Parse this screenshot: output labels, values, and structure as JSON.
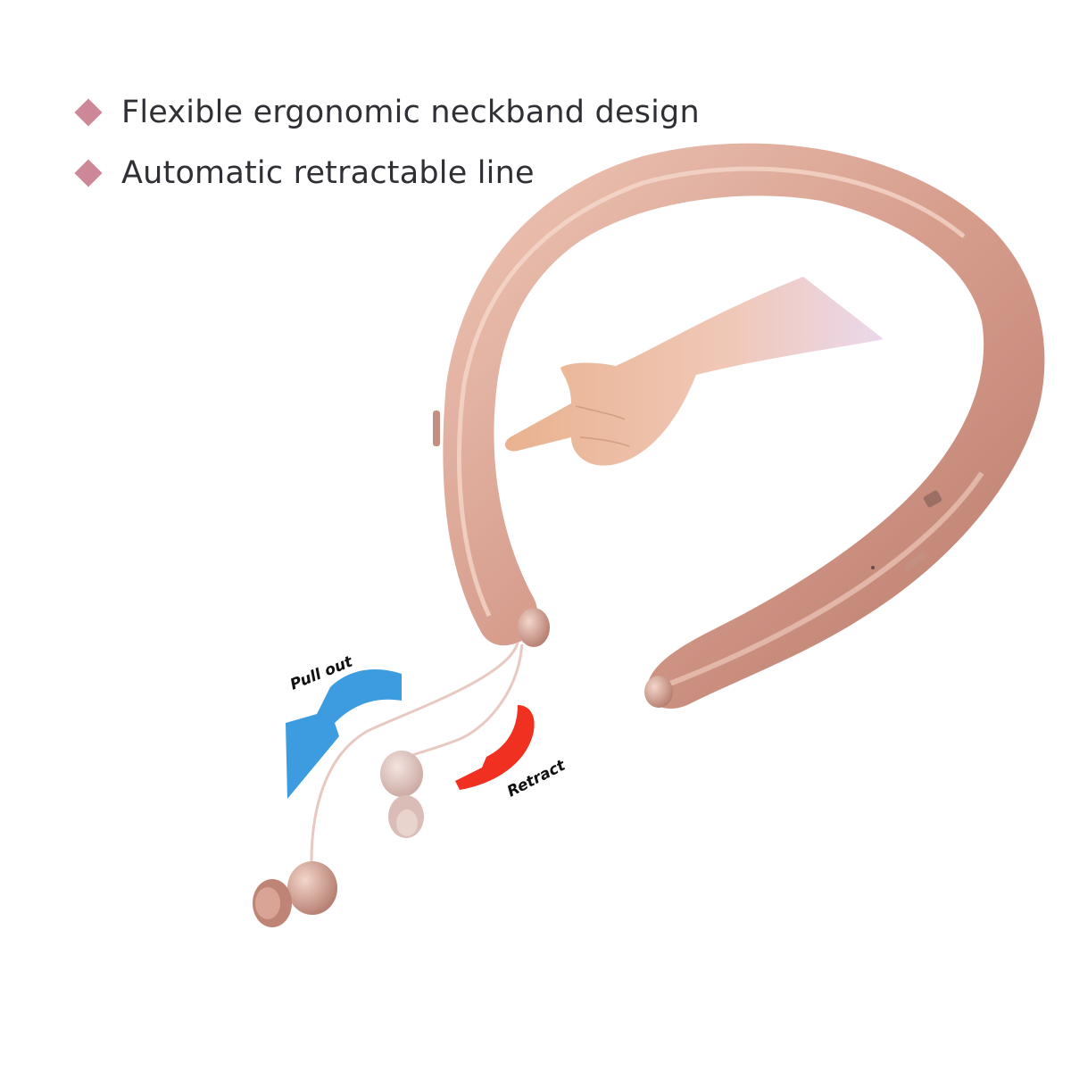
{
  "features": [
    {
      "icon": "diamond-bullet-icon",
      "text": "Flexible ergonomic neckband design"
    },
    {
      "icon": "diamond-bullet-icon",
      "text": "Automatic retractable line"
    }
  ],
  "arrows": {
    "pull_out": "Pull out",
    "retract": "Retract"
  },
  "colors": {
    "bullet": "#cd8796",
    "neckband": "#d9a596",
    "pull_out_arrow": "#3d9ce0",
    "retract_arrow": "#f03020"
  }
}
